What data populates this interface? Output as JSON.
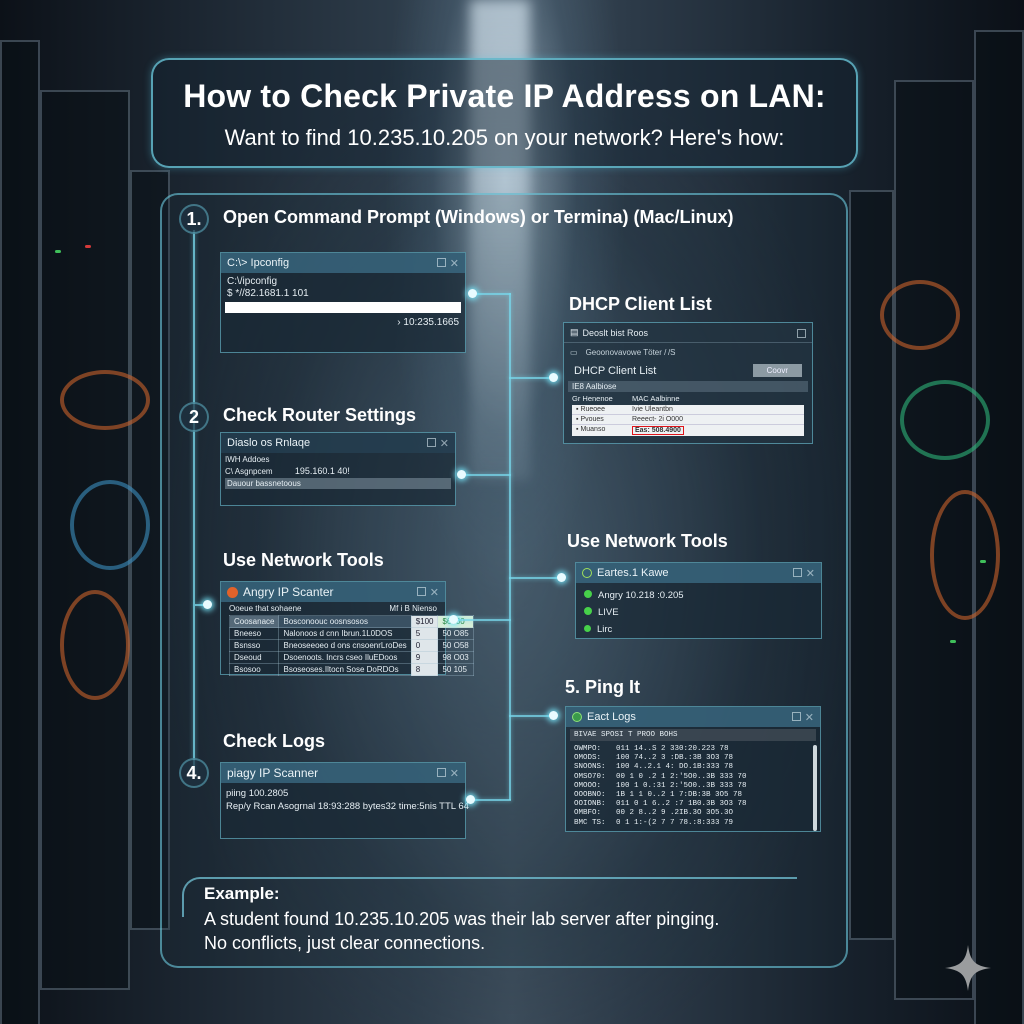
{
  "header": {
    "title": "How to Check Private IP Address on LAN:",
    "subtitle": "Want to find 10.235.10.205 on your network? Here's how:"
  },
  "steps": [
    {
      "badge": "1.",
      "title": "Open Command Prompt (Windows) or Termina) (Mac/Linux)",
      "window": {
        "title": "C:\\> Ipconfig",
        "lines": [
          "C:\\/ipconfig",
          "$  *//82.1681.1 101"
        ],
        "highlight_line": "",
        "result": "› 10:235.1665"
      }
    },
    {
      "badge": "2",
      "title": "Check Router Settings",
      "window": {
        "title": "Diaslo os Rnlaqe",
        "lines": [
          "IWH Addoes",
          "C\\ Asgnpcem"
        ],
        "value": "195.160.1 40!",
        "highlight_row": "Dauour bassnetoous"
      }
    },
    {
      "badge": "",
      "title": "Use Network Tools",
      "window": {
        "title": "Angry IP Scanter",
        "header_left": "Ooeue that sohaene",
        "header_right": "Mf i B  Nienso",
        "rows": [
          [
            "Coosanace",
            "Bosconoouc oosnsosos",
            "$100",
            "$6300"
          ],
          [
            "Bneeso",
            "Nalonoos d cnn  Ibrun.1L0DOS",
            "5",
            "50 O85"
          ],
          [
            "Bsnsso",
            "Bneoseeoeo d ons cnsoenrLroDes",
            "0",
            "50 O58"
          ],
          [
            "Dseoud",
            "Dsoenoots. Incrs cseo IluEDoos",
            "9",
            "98 O03"
          ],
          [
            "Bsosoo",
            "Bsoseoses.Iltocn Sose DoRDOs",
            "8",
            "50 105"
          ]
        ]
      }
    },
    {
      "badge": "4.",
      "title": "Check Logs",
      "window": {
        "title": "piagy IP Scanner",
        "lines": [
          "piing 100.2805",
          "Rep/y Rcan Asogrnal 18:93:288 bytes32 time:5nis TTL 64"
        ]
      }
    }
  ],
  "right_panels": [
    {
      "title": "DHCP Client List",
      "window": {
        "title": "Deoslt bist Roos",
        "subbar": "Geoonovavowe   Töter  / /S",
        "heading": "DHCP Client List",
        "button": "Coovr",
        "section": "IE8  Aalbiose",
        "col1": "Gr Henenoe",
        "col2": "MAC  Aalbinne",
        "rows": [
          [
            "Rueoee",
            "Ivie Uleantbn"
          ],
          [
            "Pvoues",
            "Reeect- 2i O000"
          ],
          [
            "Muanso",
            "Eas: 508.4900"
          ]
        ],
        "highlight_color": "#e0141a"
      }
    },
    {
      "title": "Use Network Tools",
      "window": {
        "title": "Eartes.1 Kawe",
        "lines": [
          "Angry 10.218 :0.205",
          "LIVE",
          "Lirc"
        ],
        "status_color": "#47d14a"
      }
    },
    {
      "title": "5. Ping It",
      "window": {
        "title": "Eact Logs",
        "header": "BIVAE   SPOSI T PROO BOHS",
        "rows": [
          [
            "OWMPO:",
            "011 14..S 2 330:20.223 78"
          ],
          [
            "OMODS:",
            "100 74..2 3 :DB.:3B 3O3 78"
          ],
          [
            "SNOONS:",
            "100 4..2.1 4: DO.1B:333 78"
          ],
          [
            "OMSO70:",
            "00 1 0 .2 1 2:'5O0..3B 333 70"
          ],
          [
            "OMOOO:",
            "100 1 0.:31 2:'5O0..3B 333 78"
          ],
          [
            "OOOBNO:",
            "1B 1 1 0..2 1 7:DB:3B 3O5 78"
          ],
          [
            "OOIONB:",
            "011 0 1 6..2 :7 1B0.3B 3O3 78"
          ],
          [
            "OMBFO:",
            "00 2 8..2 9 .2IB.3O 3O5.3O"
          ],
          [
            "BMC TS:",
            "0 1 1:-(2 7 7 78.:8:333 79"
          ]
        ]
      }
    }
  ],
  "example": {
    "label": "Example:",
    "line1": "A student found 10.235.10.205 was their lab server after pinging.",
    "line2": "No conflicts, just clear connections."
  },
  "colors": {
    "accent": "#6fcde1",
    "glow_dot": "#e8fbff",
    "titlebar": "#3c6e87",
    "highlight_red": "#e0141a",
    "live_green": "#47d14a",
    "angry_ip_orange": "#e0622a"
  }
}
